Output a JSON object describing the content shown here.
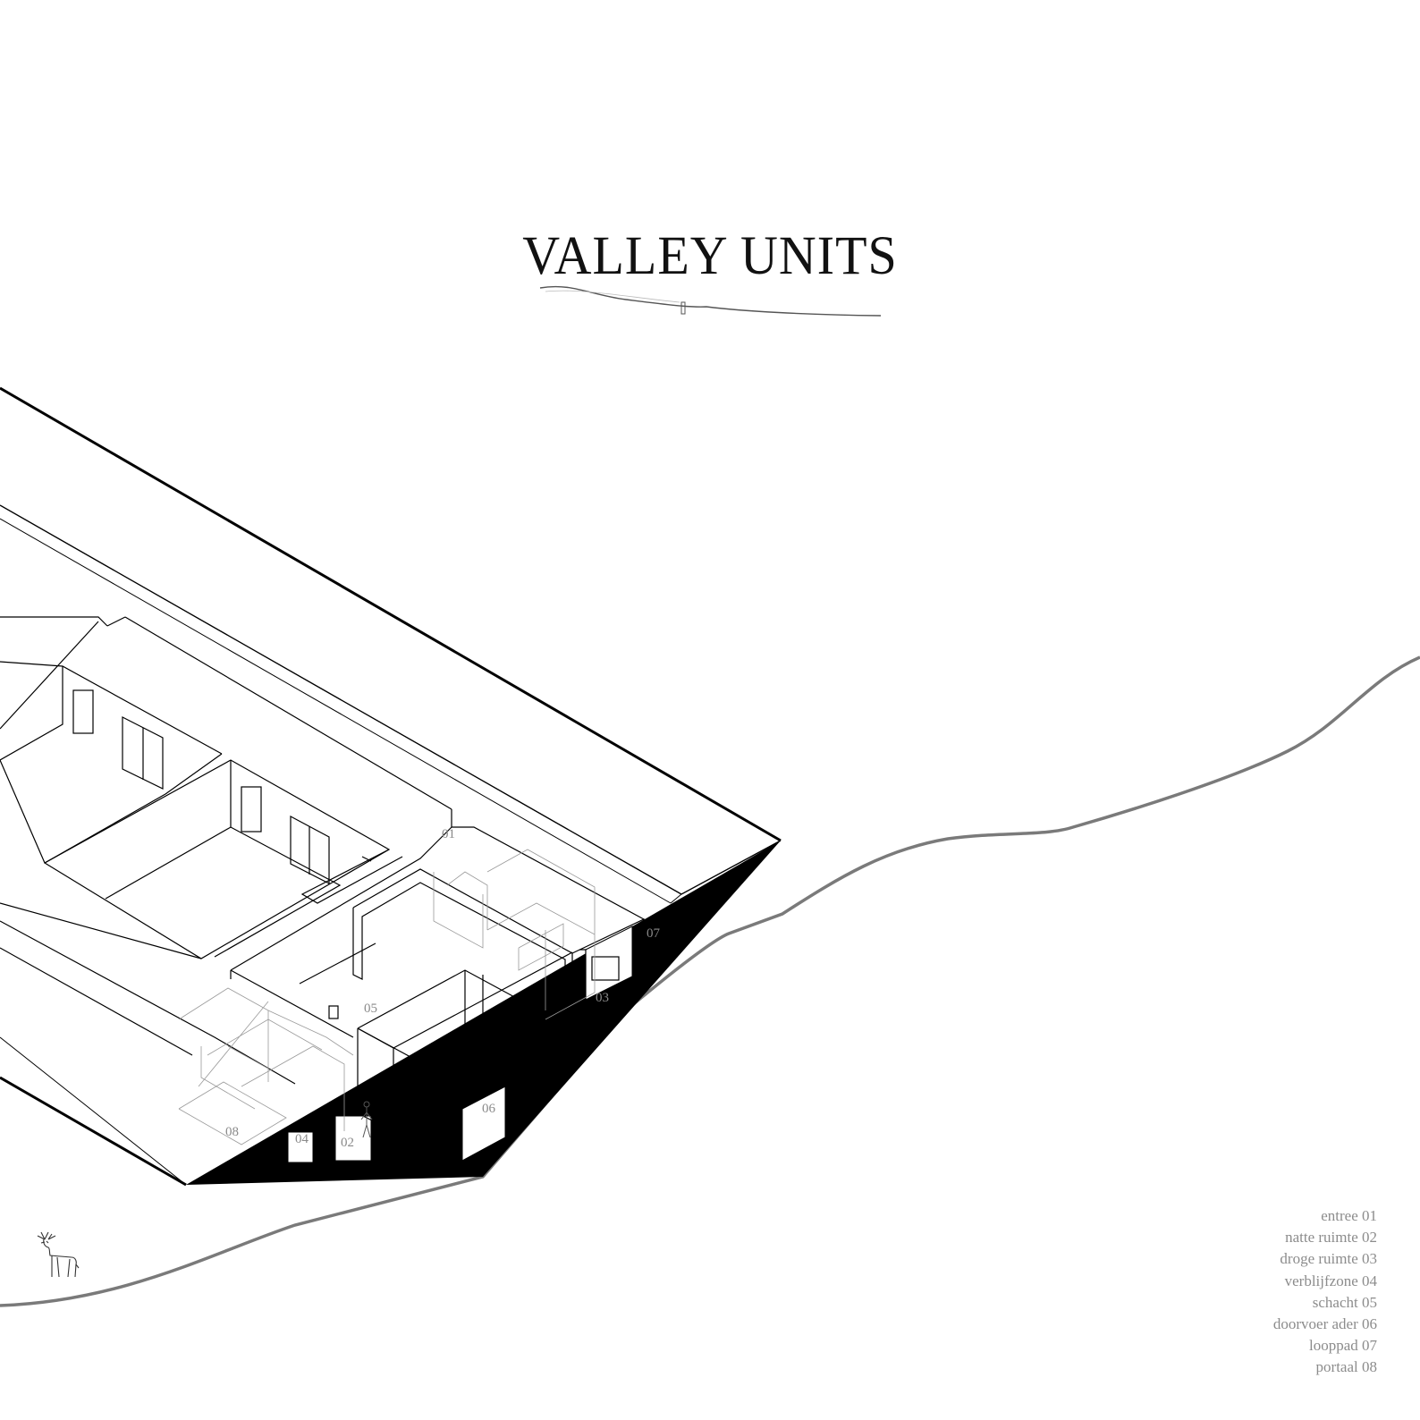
{
  "title": "VALLEY UNITS",
  "legend": [
    {
      "label": "entree",
      "num": "01"
    },
    {
      "label": "natte ruimte",
      "num": "02"
    },
    {
      "label": "droge ruimte",
      "num": "03"
    },
    {
      "label": "verblijfzone",
      "num": "04"
    },
    {
      "label": "schacht",
      "num": "05"
    },
    {
      "label": "doorvoer ader",
      "num": "06"
    },
    {
      "label": "looppad",
      "num": "07"
    },
    {
      "label": "portaal",
      "num": "08"
    }
  ],
  "diagram_labels": {
    "l01": "01",
    "l02": "02",
    "l03": "03",
    "l04": "04",
    "l05": "05",
    "l06": "06",
    "l07": "07",
    "l08": "08"
  },
  "icons": {
    "logo": "deer-icon"
  },
  "colors": {
    "ink": "#000000",
    "terrain": "#7a7a7a",
    "label": "#8a8a8a"
  }
}
